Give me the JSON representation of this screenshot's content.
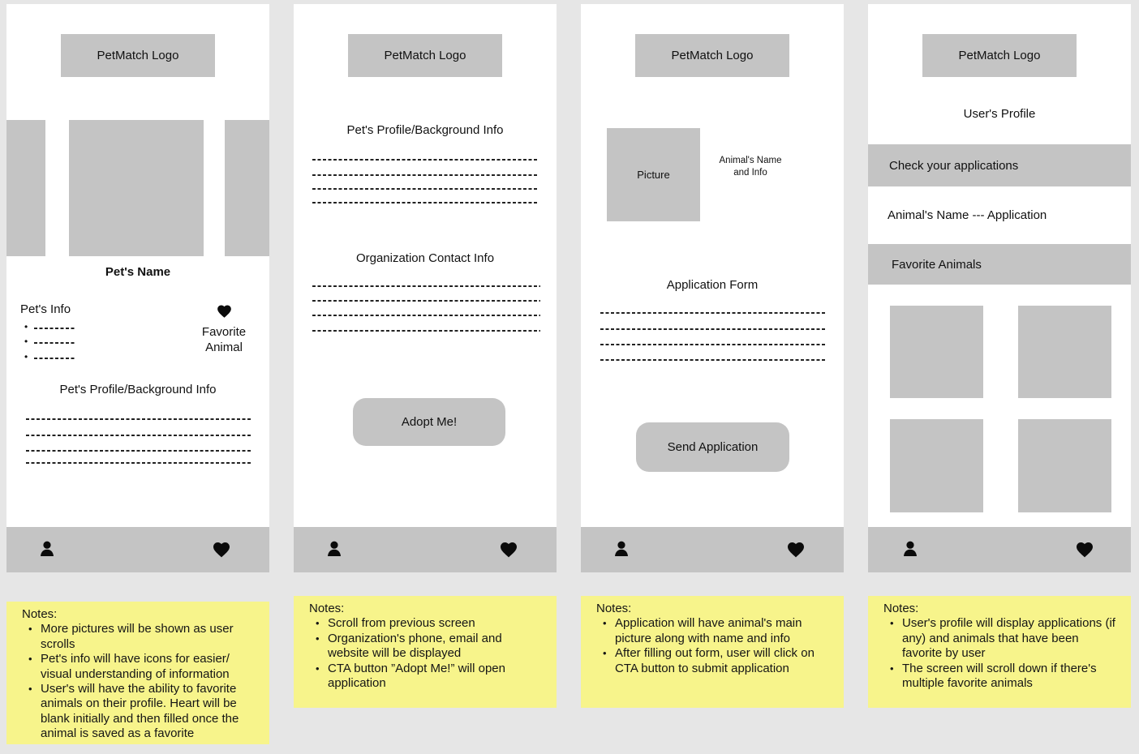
{
  "colors": {
    "background": "#e6e6e6",
    "surface": "#ffffff",
    "placeholder_gray": "#c4c4c4",
    "note_yellow": "#f7f48b",
    "text": "#111111",
    "icon": "#0b0b0b"
  },
  "icons": {
    "person": "person-icon (user profile silhouette)",
    "heart": "heart-icon (favorites)"
  },
  "screen1": {
    "logo_label": "PetMatch Logo",
    "pet_name": "Pet's Name",
    "pet_info_heading": "Pet's Info",
    "favorite_caption": "Favorite\nAnimal",
    "profile_heading": "Pet's Profile/Background Info"
  },
  "screen2": {
    "logo_label": "PetMatch Logo",
    "profile_heading": "Pet's Profile/Background Info",
    "org_heading": "Organization Contact Info",
    "adopt_button_label": "Adopt Me!"
  },
  "screen3": {
    "logo_label": "PetMatch Logo",
    "picture_label": "Picture",
    "animal_caption": "Animal's Name\nand Info",
    "form_heading": "Application Form",
    "send_button_label": "Send Application"
  },
  "screen4": {
    "logo_label": "PetMatch Logo",
    "profile_title": "User's Profile",
    "applications_bar_label": "Check your applications",
    "application_row_label": "Animal's Name --- Application",
    "favorites_bar_label": "Favorite Animals"
  },
  "notes1": {
    "title": "Notes:",
    "items": [
      "More pictures will be shown as user scrolls",
      "Pet's info will have icons for easier/ visual understanding of information",
      "User's will have the ability to favorite animals on their profile. Heart will be blank initially and then filled once the animal is saved as a favorite"
    ]
  },
  "notes2": {
    "title": "Notes:",
    "items": [
      "Scroll from previous screen",
      "Organization's phone, email and website will be displayed",
      "CTA button ”Adopt Me!” will open application"
    ]
  },
  "notes3": {
    "title": "Notes:",
    "items": [
      "Application will have animal's main picture along with name and info",
      "After filling out form, user will click on CTA button to submit application"
    ]
  },
  "notes4": {
    "title": "Notes:",
    "items": [
      "User's profile will display applications (if any) and animals that have been favorite by user",
      "The screen will scroll down if there's multiple favorite animals"
    ]
  }
}
